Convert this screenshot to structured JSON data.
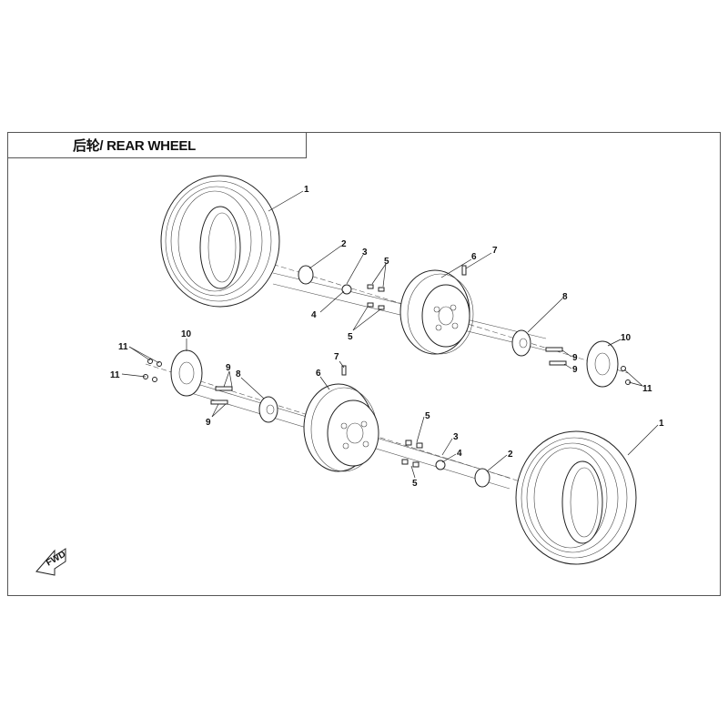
{
  "title": "后轮/ REAR WHEEL",
  "fwd_label": "FWD",
  "callouts": {
    "tire_top": "1",
    "hub_cap_top": "2",
    "pin_top": "3",
    "nut_top": "4",
    "nuts_top_a": "5",
    "nuts_top_b": "5",
    "rim_top": "6",
    "valve_top": "7",
    "hub_right": "8",
    "disc_right": "10",
    "bolt_right_a": "9",
    "bolt_right_b": "9",
    "screw_right": "11",
    "screw_left_a": "11",
    "screw_left_b": "11",
    "disc_left": "10",
    "bolt_left_a": "9",
    "bolt_left_b": "9",
    "hub_left": "8",
    "valve_mid": "7",
    "rim_mid": "6",
    "nuts_bot_a": "5",
    "nuts_bot_b": "5",
    "pin_bot": "3",
    "nut_bot": "4",
    "hub_cap_bot": "2",
    "tire_bot": "1"
  }
}
